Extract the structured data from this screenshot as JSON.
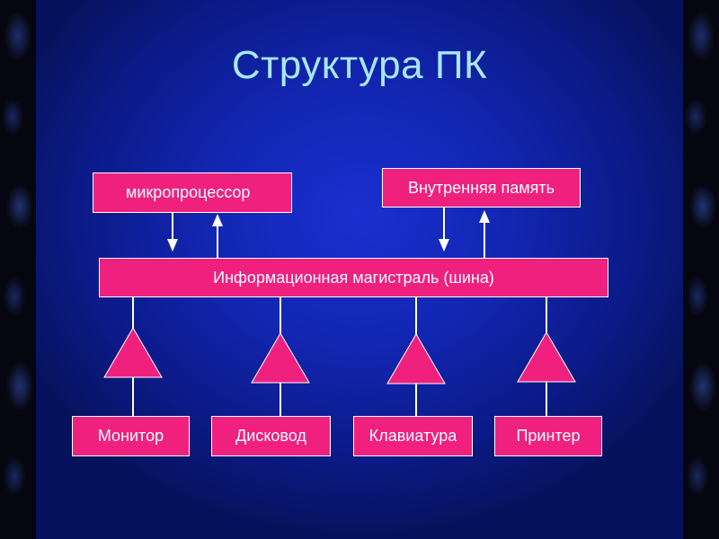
{
  "slide": {
    "title": "Структура ПК"
  },
  "diagram": {
    "processor_label": "микропроцессор",
    "memory_label": "Внутренняя память",
    "bus_label": "Информационная магистраль (шина)",
    "devices": [
      {
        "label": "Монитор"
      },
      {
        "label": "Дисковод"
      },
      {
        "label": "Клавиатура"
      },
      {
        "label": "Принтер"
      }
    ]
  },
  "colors": {
    "box_fill": "#f0207f",
    "title_text": "#a9e7ff",
    "background": "#1226b2"
  }
}
